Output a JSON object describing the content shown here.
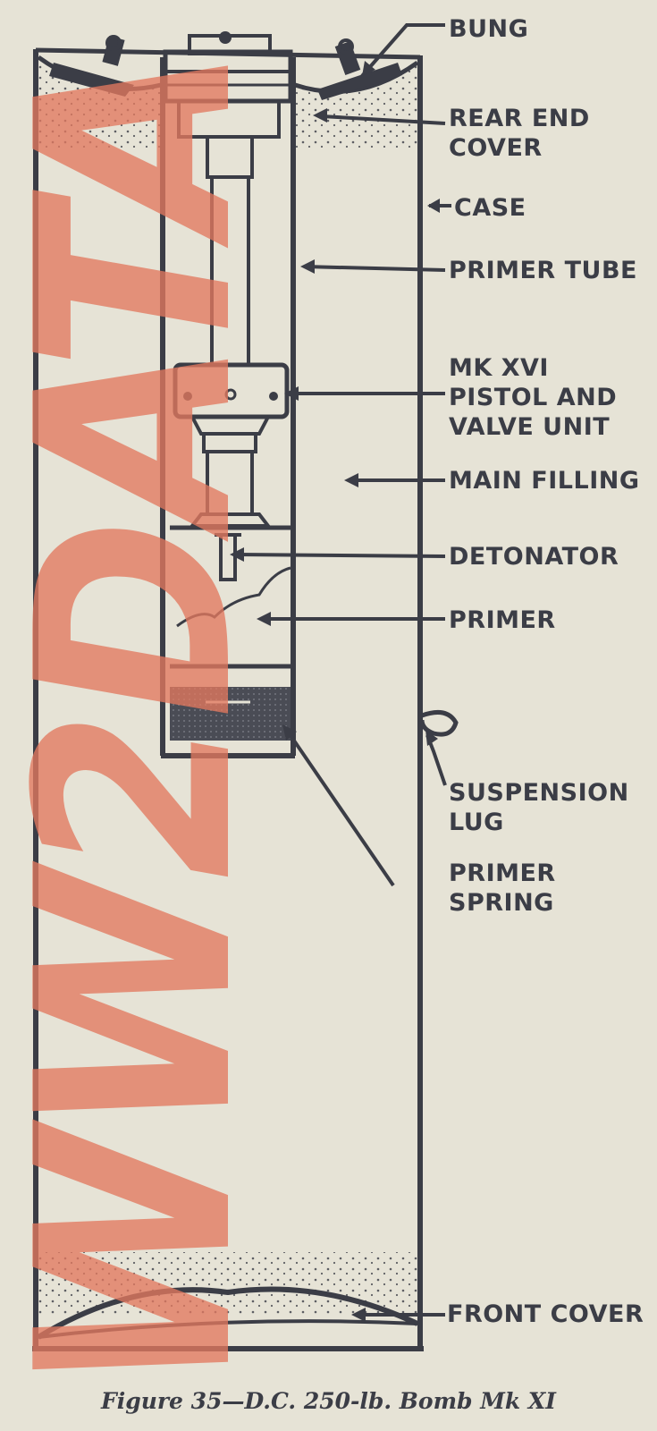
{
  "labels": {
    "bung": "BUNG",
    "rear_end_cover": [
      "REAR END",
      "COVER"
    ],
    "case": "CASE",
    "primer_tube": "PRIMER TUBE",
    "pistol_valve_unit": [
      "MK XVI",
      "PISTOL AND",
      "VALVE UNIT"
    ],
    "main_filling": "MAIN FILLING",
    "detonator": "DETONATOR",
    "primer": "PRIMER",
    "suspension_lug": [
      "SUSPENSION",
      "LUG"
    ],
    "primer_spring": [
      "PRIMER",
      "SPRING"
    ],
    "front_cover": "FRONT COVER"
  },
  "caption": "Figure 35—D.C. 250-lb. Bomb Mk XI",
  "watermark": "WW2DATA",
  "colors": {
    "background": "#e6e3d6",
    "ink": "#3b3d46",
    "watermark": "#e2785f"
  }
}
